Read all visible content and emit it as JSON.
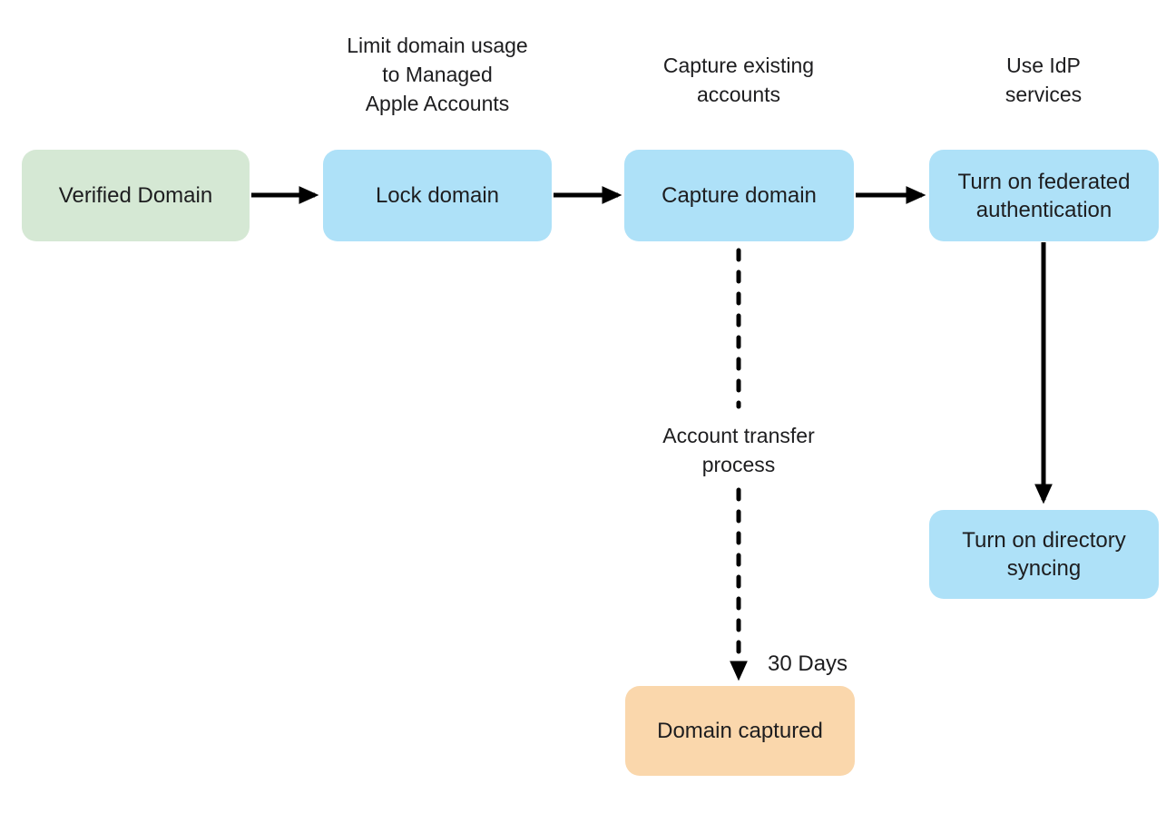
{
  "diagram_type": "flowchart",
  "nodes": {
    "verified_domain": {
      "label": "Verified Domain",
      "fill": "green"
    },
    "lock_domain": {
      "label": "Lock domain",
      "fill": "blue",
      "annotation": "Limit domain usage\nto Managed\nApple Accounts"
    },
    "capture_domain": {
      "label": "Capture domain",
      "fill": "blue",
      "annotation": "Capture existing\naccounts"
    },
    "federated_auth": {
      "label": "Turn on federated\nauthentication",
      "fill": "blue",
      "annotation": "Use IdP\nservices"
    },
    "directory_syncing": {
      "label": "Turn on directory\nsyncing",
      "fill": "blue"
    },
    "domain_captured": {
      "label": "Domain captured",
      "fill": "orange"
    }
  },
  "edges": {
    "account_transfer_label": "Account transfer\nprocess",
    "thirty_days_label": "30 Days"
  },
  "colors": {
    "green": "#d5e8d4",
    "blue": "#aee1f8",
    "orange": "#fad7ac",
    "arrow": "#000000",
    "text": "#1d1d1f",
    "background": "#ffffff"
  }
}
